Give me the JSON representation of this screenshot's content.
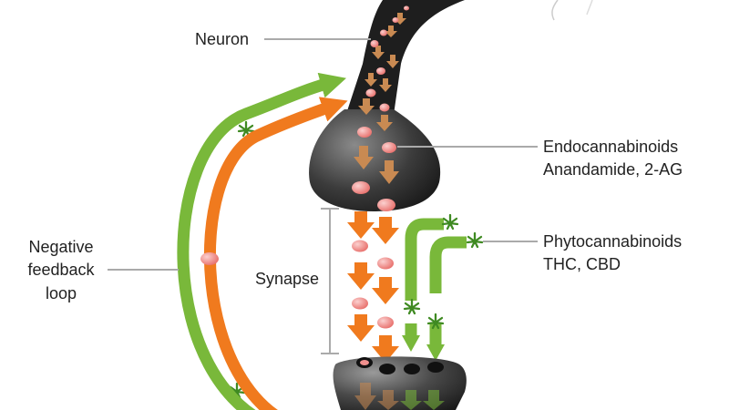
{
  "labels": {
    "neuron": "Neuron",
    "endocannabinoids": "Endocannabinoids",
    "endocannabinoids_examples": "Anandamide, 2-AG",
    "phytocannabinoids": "Phytocannabinoids",
    "phytocannabinoids_examples": "THC, CBD",
    "synapse": "Synapse",
    "feedback_line1": "Negative",
    "feedback_line2": "feedback",
    "feedback_line3": "loop"
  },
  "colors": {
    "orange": "#f07a1e",
    "green": "#79b83a",
    "neuron_dark": "#1e1e1e",
    "molecule_pink": "#f0908e",
    "descending_arrow": "#c98a52",
    "leader_line": "#aaaaaa"
  }
}
